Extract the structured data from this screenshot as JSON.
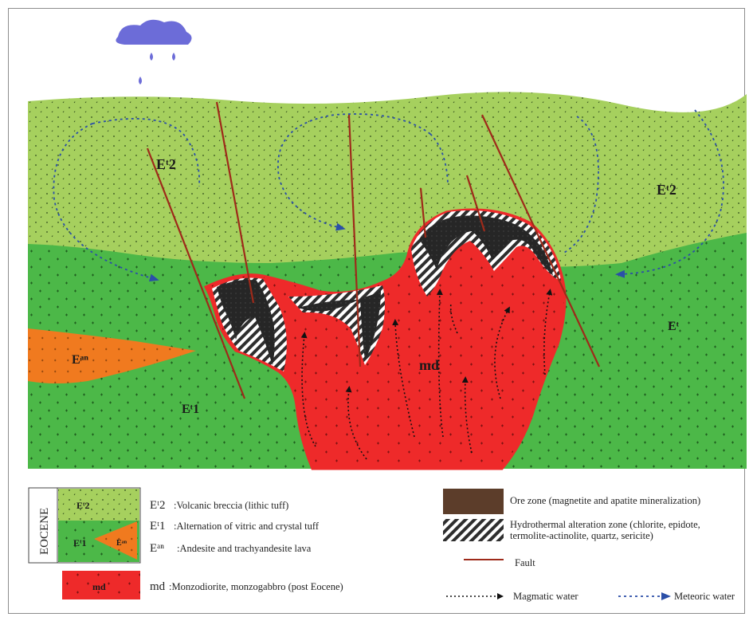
{
  "units": {
    "e_t2": "Eᵗ2",
    "e_t1": "Eᵗ1",
    "e_an": "Eᵃⁿ",
    "md": "md"
  },
  "map_labels": {
    "et2_left": "Eᵗ2",
    "et2_right": "Eᵗ2",
    "et1_left": "Eᵗ1",
    "et1_right": "Eᵗ",
    "ean": "Eᵃⁿ",
    "md": "md"
  },
  "legend": {
    "eocene": "EOCENE",
    "et2_desc": ":Volcanic breccia (lithic tuff)",
    "et1_desc": ":Alternation of vitric and crystal tuff",
    "ean_desc": ":Andesite and trachyandesite lava",
    "md_desc": ":Monzodiorite, monzogabbro (post Eocene)",
    "ore": "Ore zone (magnetite and apatite mineralization)",
    "alteration_line1": "Hydrothermal alteration zone (chlorite, epidote,",
    "alteration_line2": "termolite-actinolite, quartz, sericite)",
    "fault": "Fault",
    "magmatic": "Magmatic water",
    "meteoric": "Meteoric water"
  },
  "colors": {
    "light_green": "#a6d05e",
    "mid_green": "#4cb848",
    "intrusion_red": "#ee2a2a",
    "andesite_orange": "#f07a1f",
    "ore_brown": "#5c3d2a",
    "ore_dark": "#262626",
    "fault": "#9e2a1a",
    "meteoric_blue": "#2b4fa8",
    "cloud": "#6c6cd8"
  }
}
